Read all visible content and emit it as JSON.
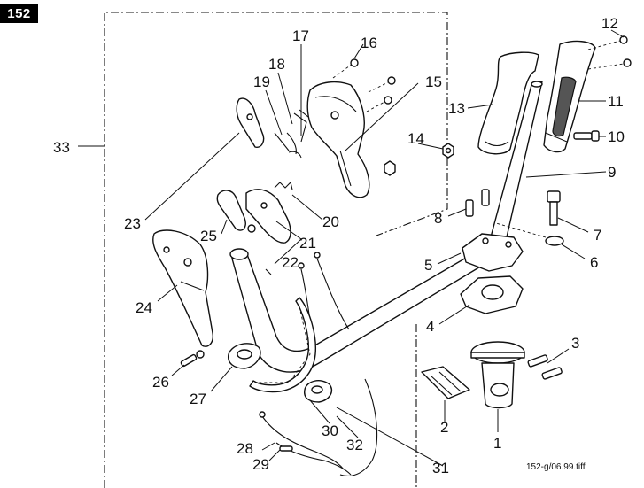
{
  "page_badge": "152",
  "file_reference": "152-g/06.99.tiff",
  "callouts": [
    {
      "id": "1",
      "label": "1"
    },
    {
      "id": "2",
      "label": "2"
    },
    {
      "id": "3",
      "label": "3"
    },
    {
      "id": "4",
      "label": "4"
    },
    {
      "id": "5",
      "label": "5"
    },
    {
      "id": "6",
      "label": "6"
    },
    {
      "id": "7",
      "label": "7"
    },
    {
      "id": "8",
      "label": "8"
    },
    {
      "id": "9",
      "label": "9"
    },
    {
      "id": "10",
      "label": "10"
    },
    {
      "id": "11",
      "label": "11"
    },
    {
      "id": "12",
      "label": "12"
    },
    {
      "id": "13",
      "label": "13"
    },
    {
      "id": "14",
      "label": "14"
    },
    {
      "id": "15",
      "label": "15"
    },
    {
      "id": "16",
      "label": "16"
    },
    {
      "id": "17",
      "label": "17"
    },
    {
      "id": "18",
      "label": "18"
    },
    {
      "id": "19",
      "label": "19"
    },
    {
      "id": "20",
      "label": "20"
    },
    {
      "id": "21",
      "label": "21"
    },
    {
      "id": "22",
      "label": "22"
    },
    {
      "id": "23",
      "label": "23"
    },
    {
      "id": "24",
      "label": "24"
    },
    {
      "id": "25",
      "label": "25"
    },
    {
      "id": "26",
      "label": "26"
    },
    {
      "id": "27",
      "label": "27"
    },
    {
      "id": "28",
      "label": "28"
    },
    {
      "id": "29",
      "label": "29"
    },
    {
      "id": "30",
      "label": "30"
    },
    {
      "id": "31",
      "label": "31"
    },
    {
      "id": "32",
      "label": "32"
    },
    {
      "id": "33",
      "label": "33"
    }
  ]
}
